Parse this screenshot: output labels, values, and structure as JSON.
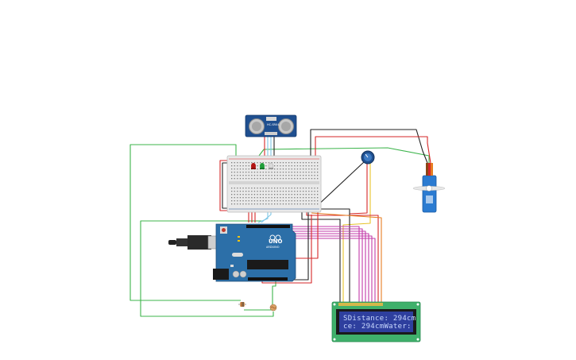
{
  "lcd": {
    "line1": "SDistance: 294cm",
    "line2": "ce: 294cmWater:"
  },
  "board": {
    "logo_text": "UNO",
    "brand_text": "ARDUINO"
  },
  "sensor": {
    "label": "HC-SR04"
  },
  "colors": {
    "wire_green": "#3cb44b",
    "wire_red": "#d62728",
    "wire_black": "#222222",
    "wire_magenta": "#c23ba8",
    "wire_yellow": "#e6c229",
    "wire_orange": "#e67e22",
    "wire_lightblue": "#7fc7e6",
    "arduino_blue": "#2c6fa8",
    "sensor_blue": "#1f4f8f",
    "servo_blue": "#2b7bd1",
    "lcd_green": "#3fb06b",
    "lcd_screen": "#2e3f9e"
  }
}
